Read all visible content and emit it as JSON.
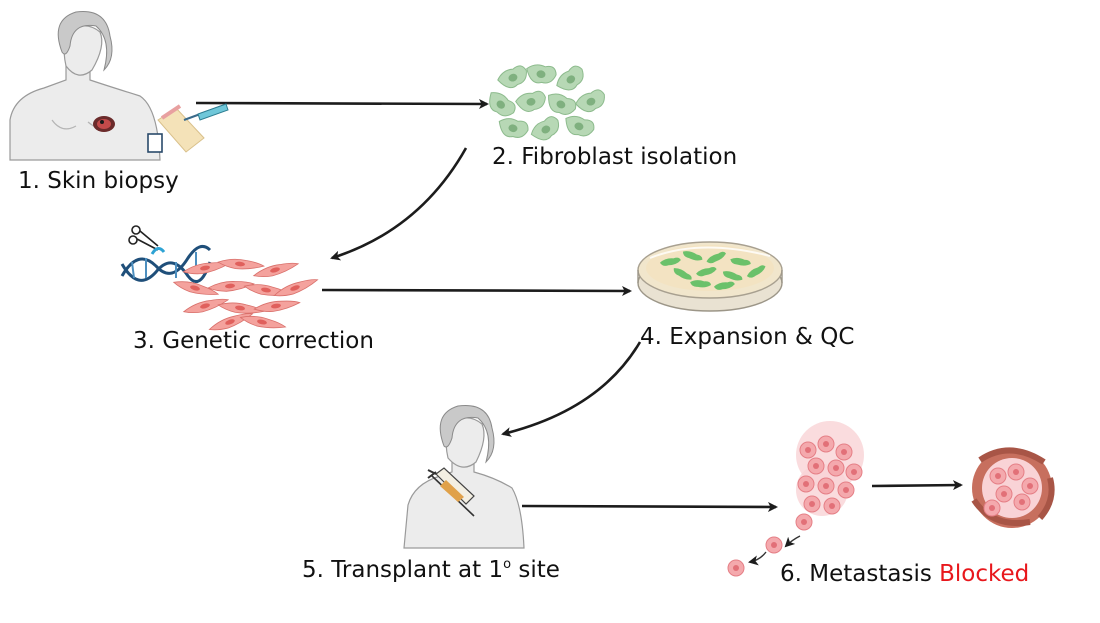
{
  "steps": [
    {
      "label": "1. Skin biopsy"
    },
    {
      "label": "2. Fibroblast isolation"
    },
    {
      "label": "3. Genetic correction"
    },
    {
      "label": "4. Expansion & QC"
    },
    {
      "label_prefix": "5. Transplant at 1",
      "label_superscript": "o",
      "label_suffix": " site"
    },
    {
      "label_prefix": "6. Metastasis ",
      "label_highlight": "Blocked"
    }
  ],
  "colors": {
    "arrow": "#1c1c1c",
    "highlight": "#e8171c",
    "fibroblast_green": "#a8cfa8",
    "fibroblast_red": "#f08a84",
    "tumor_pink": "#f2a3a8",
    "skin": "#ececec"
  },
  "icons": [
    "person-icon",
    "wound-icon",
    "skin-biopsy-icon",
    "biopsy-punch-icon",
    "fibroblast-cluster-icon",
    "dna-scissors-icon",
    "petri-dish-icon",
    "syringe-icon",
    "tumor-icon",
    "encapsulated-tumor-icon"
  ]
}
